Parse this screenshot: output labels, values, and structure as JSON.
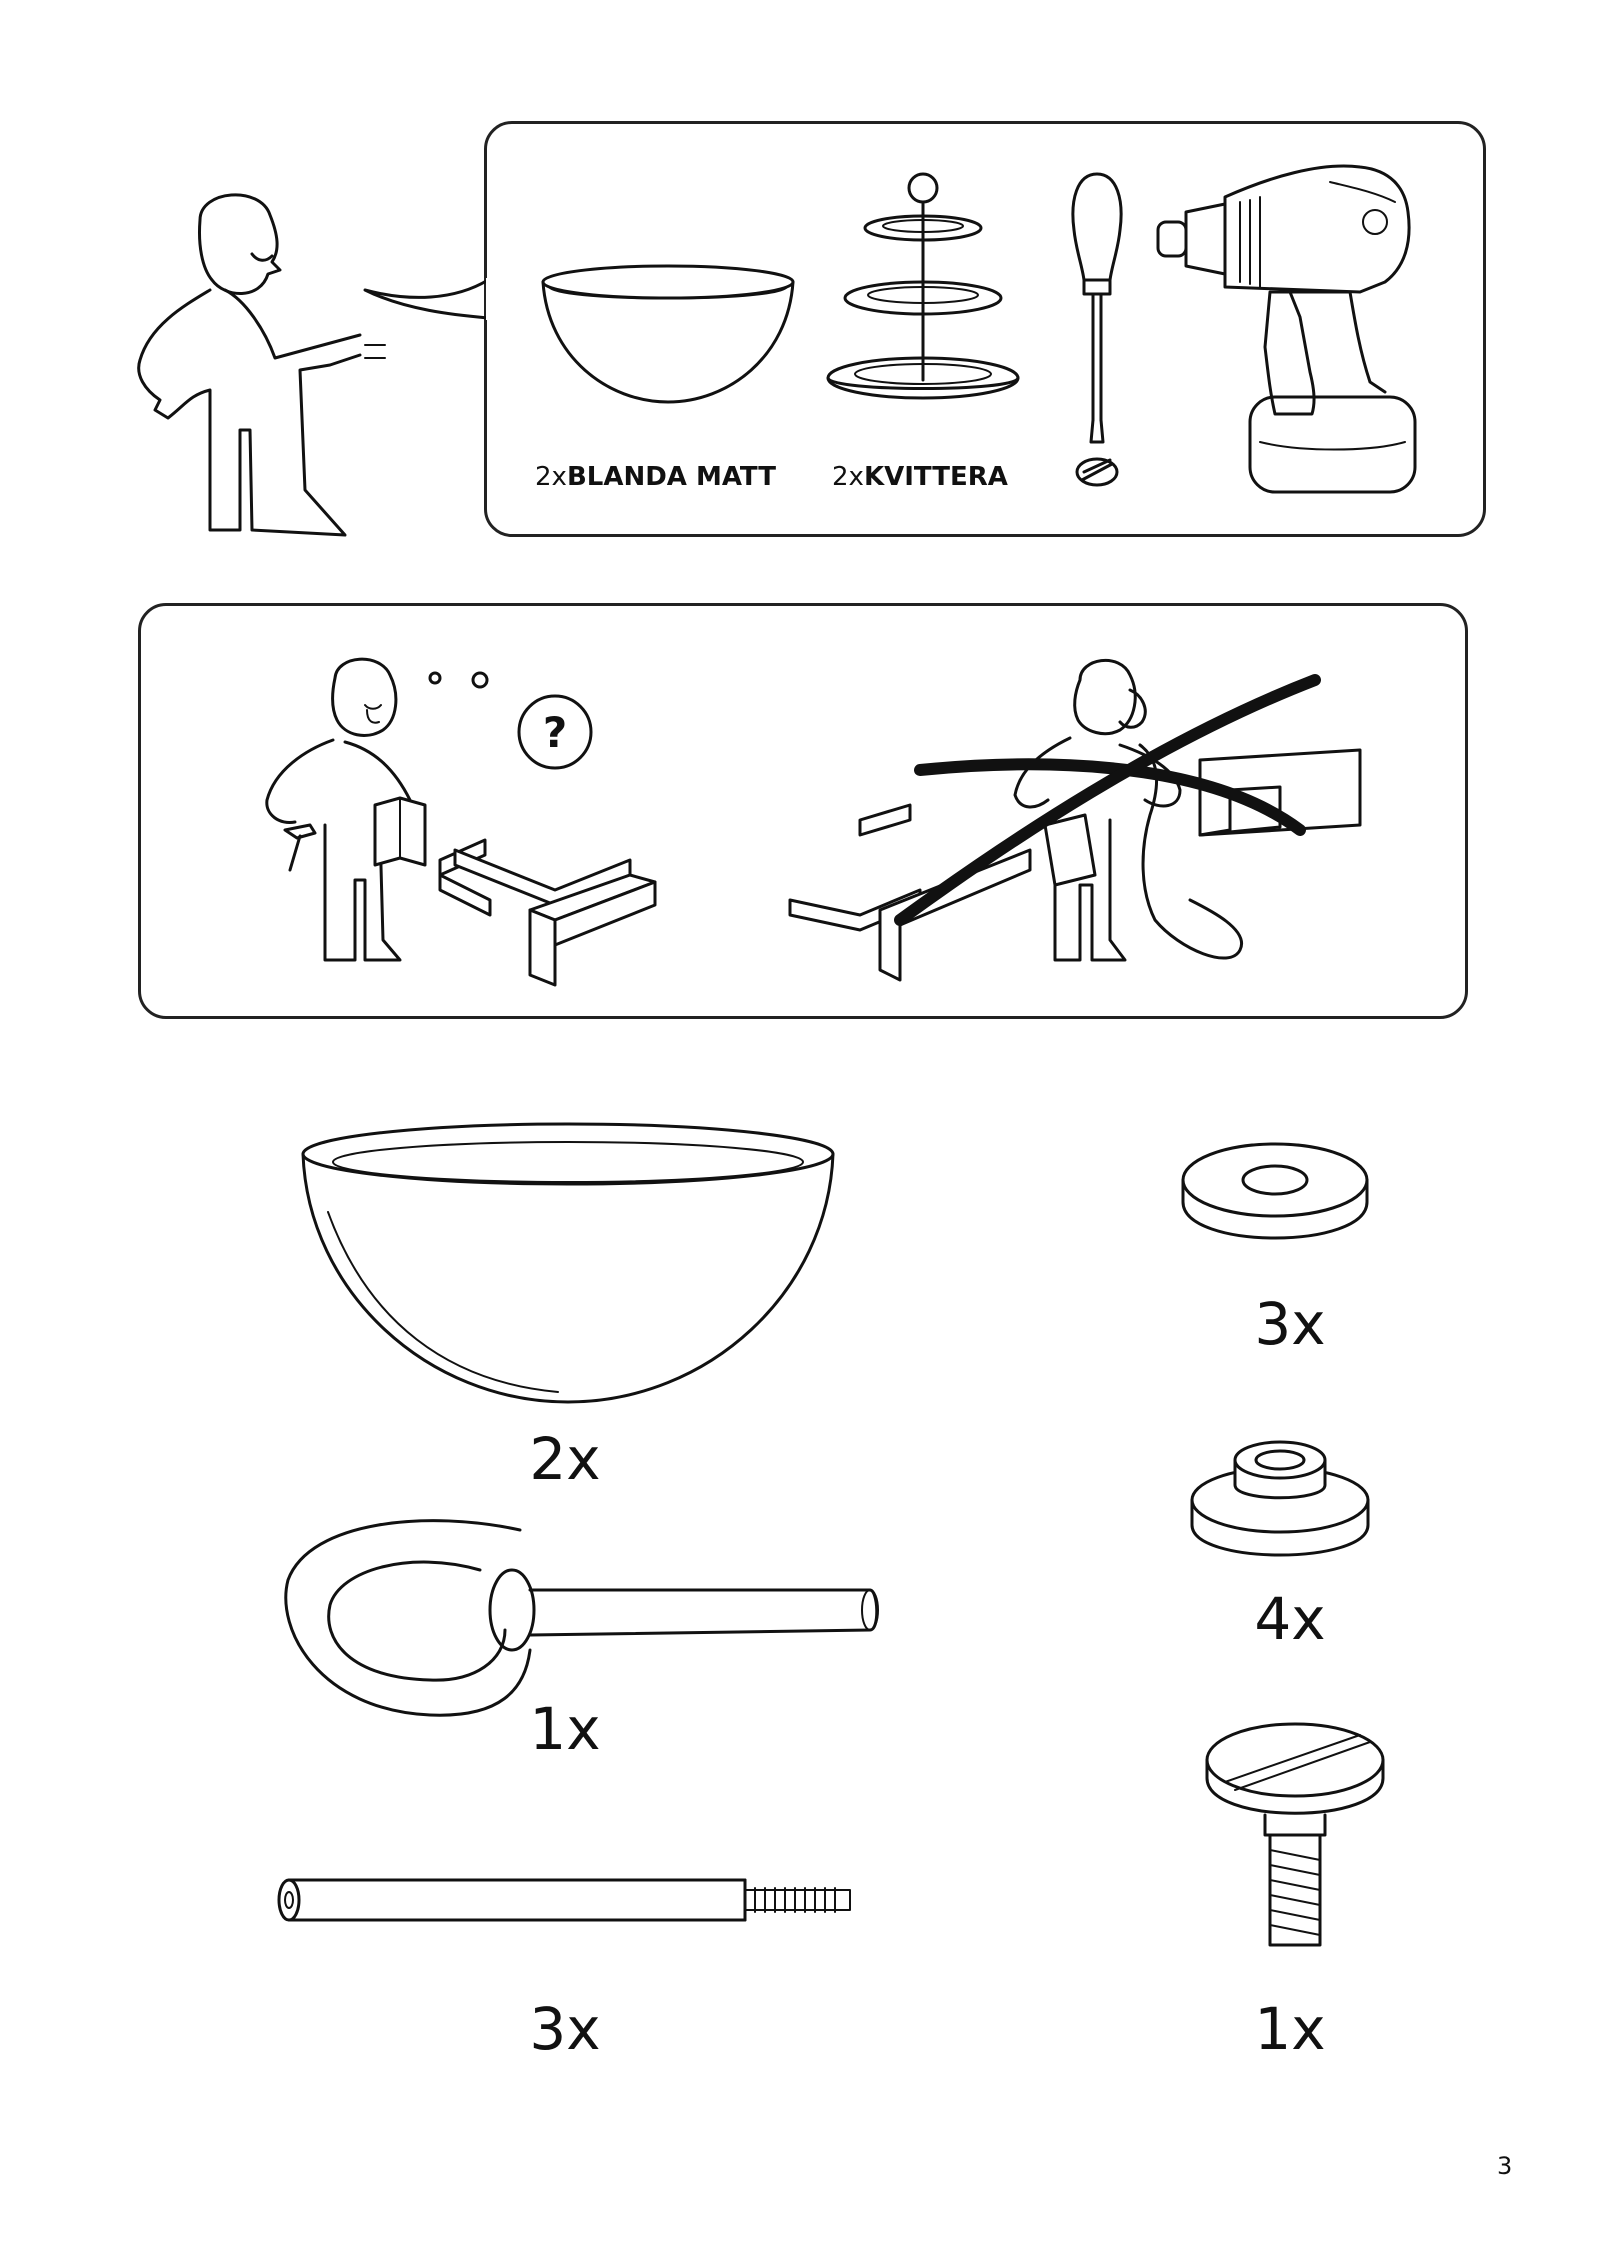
{
  "required_items": {
    "items": [
      {
        "count": "2x",
        "name": "BLANDA MATT"
      },
      {
        "count": "2x",
        "name": "KVITTERA"
      }
    ]
  },
  "parts": [
    {
      "name": "bowl",
      "qty": "2x"
    },
    {
      "name": "ring-top-handle",
      "qty": "1x"
    },
    {
      "name": "threaded-rod",
      "qty": "3x"
    },
    {
      "name": "flat-washer",
      "qty": "3x"
    },
    {
      "name": "stepped-spacer",
      "qty": "4x"
    },
    {
      "name": "slotted-screw",
      "qty": "1x"
    }
  ],
  "page_number": "3"
}
